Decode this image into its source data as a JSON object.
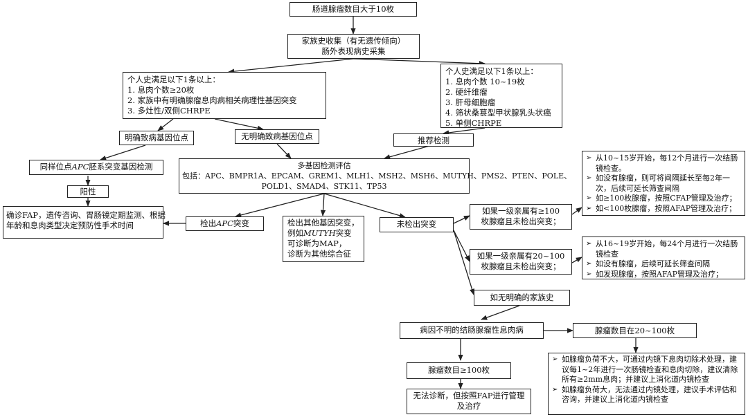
{
  "start": "肠道腺瘤数目大于10枚",
  "family_history": {
    "line1": "家族史收集（有无遗传倾向）",
    "line2": "肠外表现病史采集"
  },
  "personal_left": {
    "title": "个人史满足以下1条以上：",
    "items": [
      "1. 息肉个数≥20枚",
      "2. 家族中有明确腺瘤息肉病相关病理性基因突变",
      "3. 多灶性/双侧CHRPE"
    ]
  },
  "personal_right": {
    "title": "个人史满足以下1条以上：",
    "items": [
      "1. 息肉个数 10~19枚",
      "2. 硬纤维瘤",
      "3. 肝母细胞瘤",
      "4. 筛状桑葚型甲状腺乳头状癌",
      "5. 单侧CHRPE"
    ]
  },
  "known_locus": "明确致病基因位点",
  "unknown_locus": "无明确致病基因位点",
  "recommend": "推荐检测",
  "same_locus": {
    "pre": "同样位点",
    "apc": "APC",
    "post": "胚系突变基因检测"
  },
  "positive": "阳性",
  "confirm_fap": {
    "line1": "确诊FAP，遗传咨询、胃肠镜定期监测、根据",
    "line2": "年龄和息肉类型决定预防性手术时间"
  },
  "multigene": {
    "title": "多基因检测评估",
    "line1": "包括：APC、BMPR1A、EPCAM、GREM1、MLH1、MSH2、MSH6、MUTYH、PMS2、PTEN、POLE、",
    "line2": "POLD1、SMAD4、STK11、TP53"
  },
  "apc_detected": {
    "pre": "检出",
    "apc": "APC",
    "post": "突变"
  },
  "other_gene": {
    "line1": "检出其他基因突变，",
    "line2_pre": "例如",
    "line2_gene": "MUTYH",
    "line2_post": "突变",
    "line3": "可诊断为MAP，",
    "line4": "诊断为其他综合征"
  },
  "no_mutation": "未检出突变",
  "first_degree_100": {
    "line1": "如果一级亲属有≥100",
    "line2": "枚腺瘤且未检出突变；"
  },
  "first_degree_20_100": {
    "line1": "如果一级亲属有20~100",
    "line2": "枚腺瘤且未检出突变；"
  },
  "no_family": "如无明确的家族史",
  "bullets_100": [
    "从10~15岁开始，每12个月进行一次结肠镜检查。",
    "如没有腺瘤，则可将间隔延长至每2年一次，后续可延长筛查间隔",
    "如≥100枚腺瘤，按照CFAP管理及治疗；",
    "如<100枚腺瘤，按照AFAP管理及治疗；"
  ],
  "bullets_20_100": [
    "从16~19岁开始，每24个月进行一次结肠镜检查",
    "如没有腺瘤，后续可延长筛查间隔",
    "如发现腺瘤，按照AFAP管理及治疗；"
  ],
  "unknown_cause": "病因不明的结肠腺瘤性息肉病",
  "count_20_100": "腺瘤数目在20~100枚",
  "count_100": "腺瘤数目≥100枚",
  "no_diagnosis": {
    "line1": "无法诊断，但按照FAP进行管理",
    "line2": "及治疗"
  },
  "bullets_burden": [
    "如腺瘤负荷不大，可通过内镜下息肉切除术处理，建议每1~2年进行一次肠镜检查和息肉切除，建议清除所有≥2mm息肉；并建议上消化道内镜检查",
    "如腺瘤负荷大，无法通过内镜处理，建议手术评估和咨询，并建议上消化道内镜检查"
  ]
}
